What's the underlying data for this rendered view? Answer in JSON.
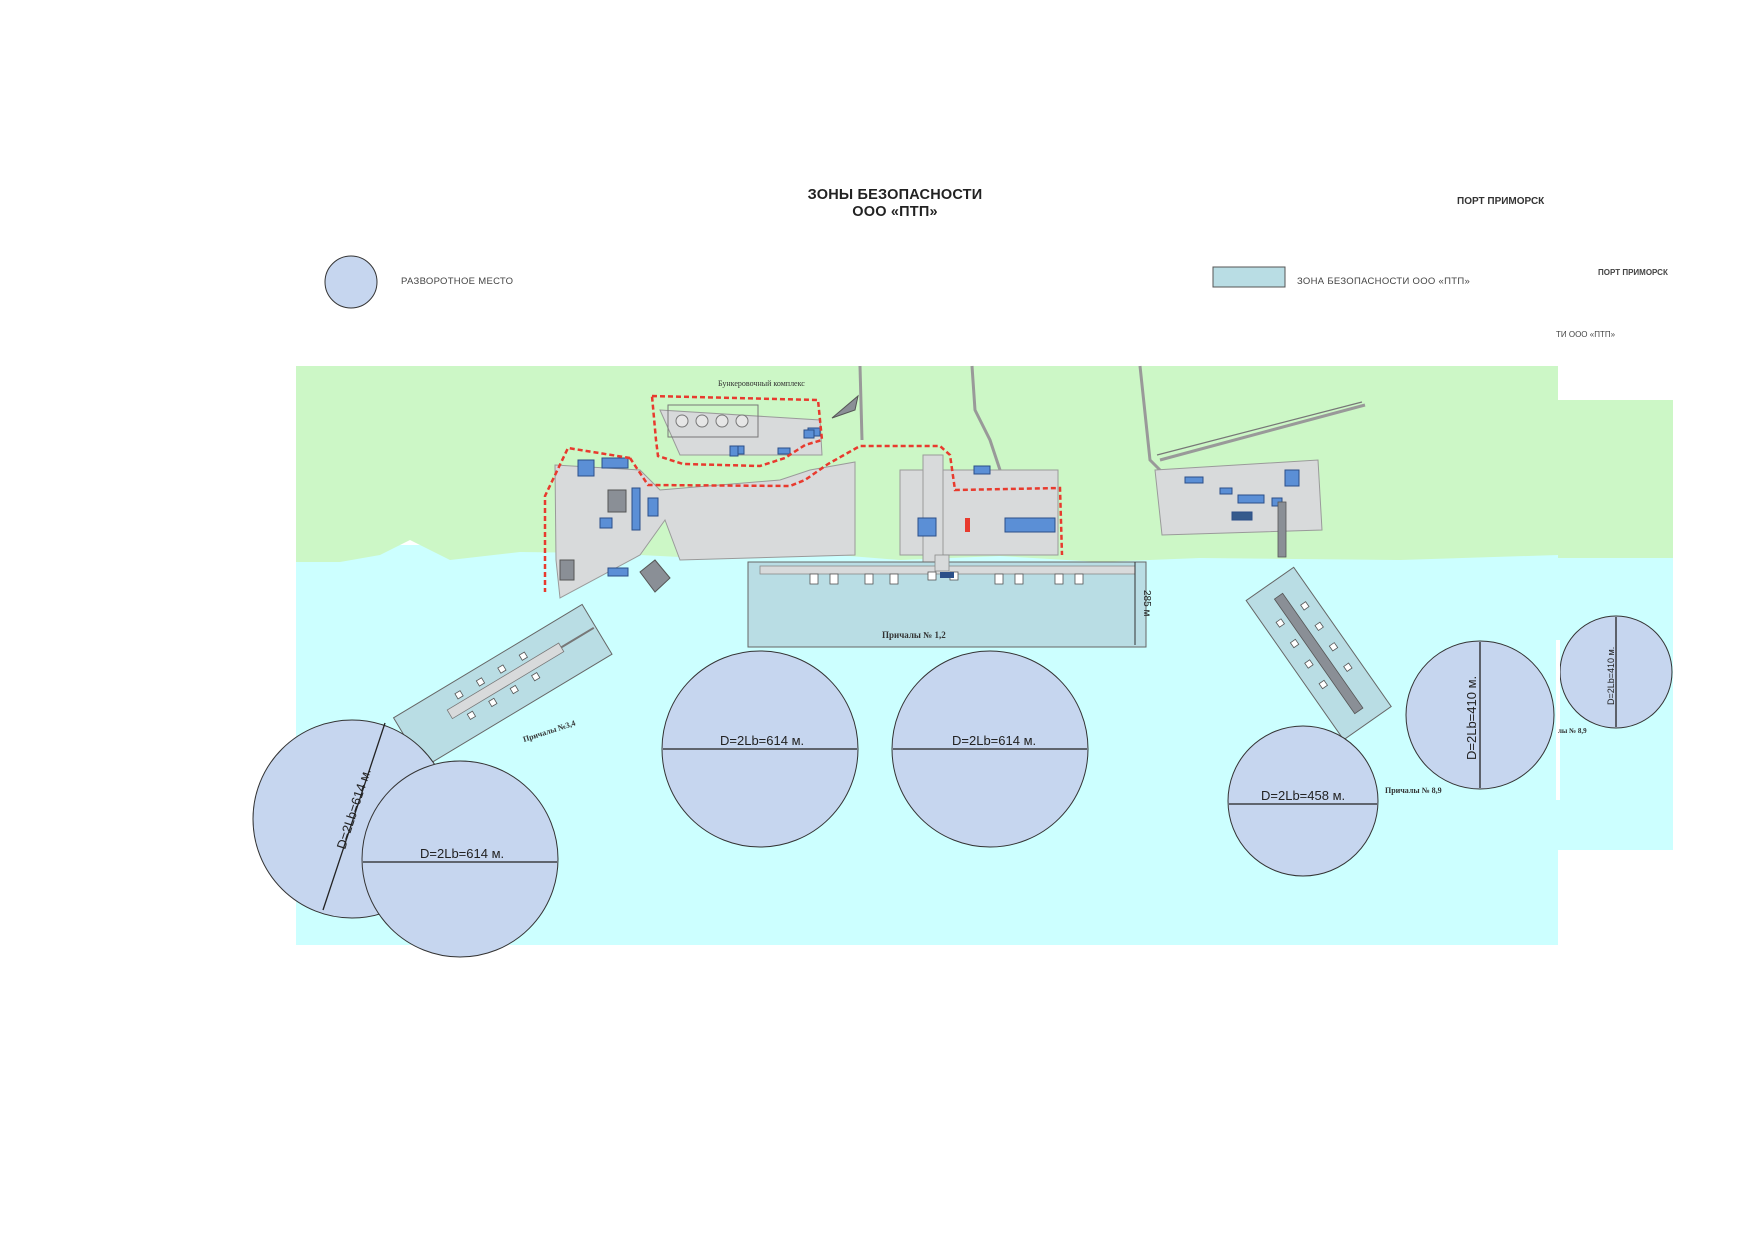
{
  "title": {
    "line1": "ЗОНЫ БЕЗОПАСНОСТИ",
    "line2": "ООО «ПТП»"
  },
  "header_right": "ПОРТ ПРИМОРСК",
  "legend": {
    "turning_area_label": "РАЗВОРОТНОЕ МЕСТО",
    "turning_area_color": "#c6d6ef",
    "safety_zone_label": "ЗОНА БЕЗОПАСНОСТИ ООО «ПТП»",
    "safety_zone_color": "#b9dde4"
  },
  "inset": {
    "header": "ПОРТ ПРИМОРСК",
    "subheader": "ТИ ООО «ПТП»"
  },
  "map": {
    "land_color": "#ccf7c6",
    "water_color": "#ccffff",
    "boundary_color": "#e83a2e",
    "complex_label": "Бункеровочный комплекс",
    "berths": {
      "b12": "Причалы № 1,2",
      "b34": "Причалы №3,4",
      "b89": "Причалы № 8,9",
      "b_right": "лы № 8,9"
    },
    "dimension_285": "285 м",
    "circles": [
      {
        "label": "D=2Lb=614 м.",
        "diameter_m": 614
      },
      {
        "label": "D=2Lb=614 м.",
        "diameter_m": 614
      },
      {
        "label": "D=2Lb=614 м.",
        "diameter_m": 614
      },
      {
        "label": "D=2Lb=614 м.",
        "diameter_m": 614
      },
      {
        "label": "D=2Lb=458 м.",
        "diameter_m": 458
      },
      {
        "label": "D=2Lb=410 м.",
        "diameter_m": 410
      },
      {
        "label": "D=2Lb=410 м.",
        "diameter_m": 410
      }
    ]
  }
}
